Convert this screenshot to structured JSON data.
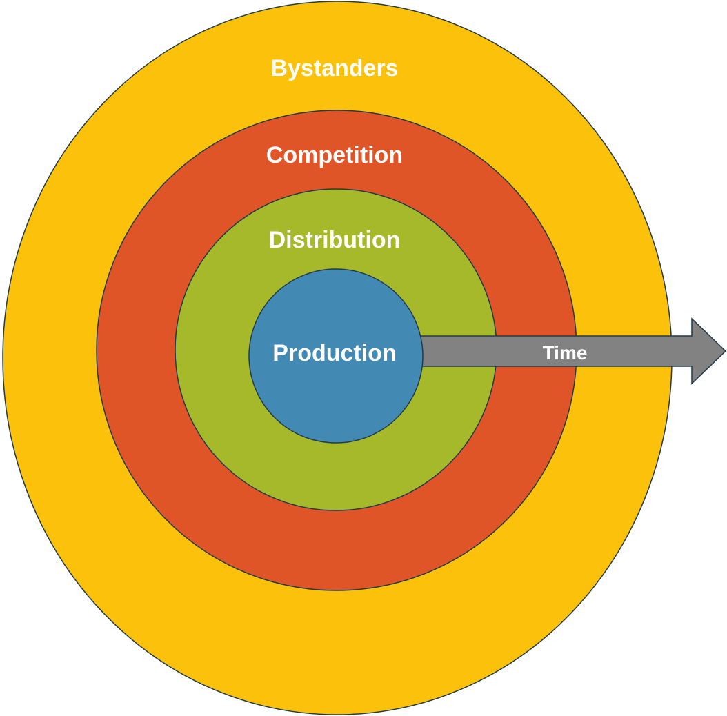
{
  "diagram": {
    "rings": [
      {
        "id": "bystanders",
        "label": "Bystanders",
        "color": "#FCC10B"
      },
      {
        "id": "competition",
        "label": "Competition",
        "color": "#E05527"
      },
      {
        "id": "distribution",
        "label": "Distribution",
        "color": "#A6B92B"
      },
      {
        "id": "production",
        "label": "Production",
        "color": "#4289B4"
      }
    ],
    "arrow": {
      "label": "Time",
      "color": "#828282"
    },
    "outline_color": "#1F3A4D"
  }
}
